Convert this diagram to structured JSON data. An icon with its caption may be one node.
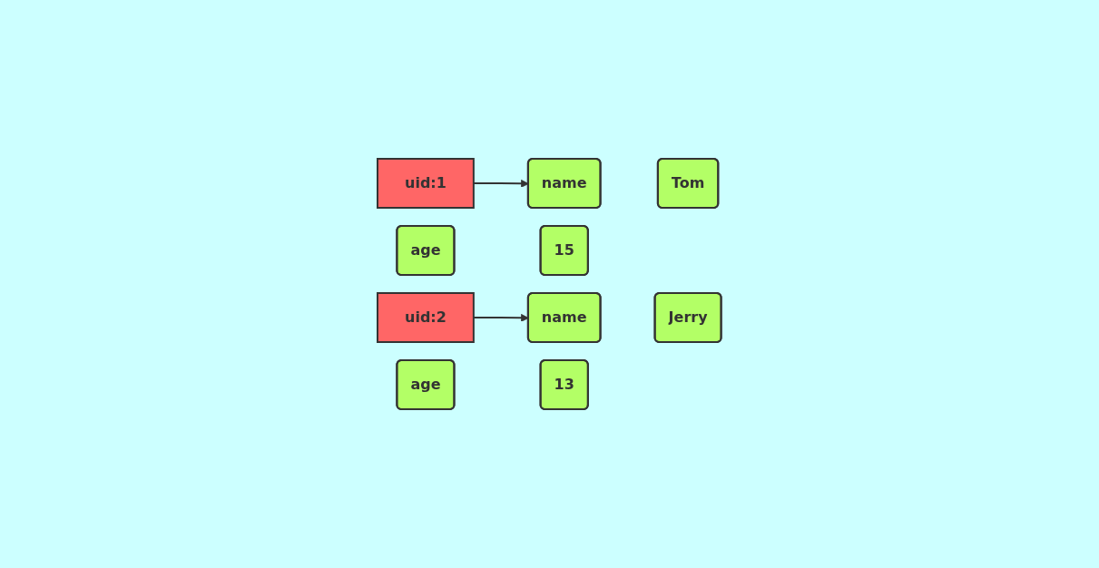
{
  "diagram": {
    "nodes": [
      {
        "text": [
          "uid:1"
        ]
      },
      {
        "text": [
          "name"
        ]
      },
      {
        "text": [
          "Tom"
        ]
      },
      {
        "text": [
          "age"
        ]
      },
      {
        "text": [
          "15"
        ]
      },
      {
        "text": [
          "uid:2"
        ]
      },
      {
        "text": [
          "name"
        ]
      },
      {
        "text": [
          "Jerry"
        ]
      },
      {
        "text": [
          "age"
        ]
      },
      {
        "text": [
          "13"
        ]
      }
    ],
    "edges": [
      {
        "from": 0,
        "to": 1,
        "arrow": "to"
      },
      {
        "from": 5,
        "to": 6,
        "arrow": "to"
      }
    ]
  }
}
